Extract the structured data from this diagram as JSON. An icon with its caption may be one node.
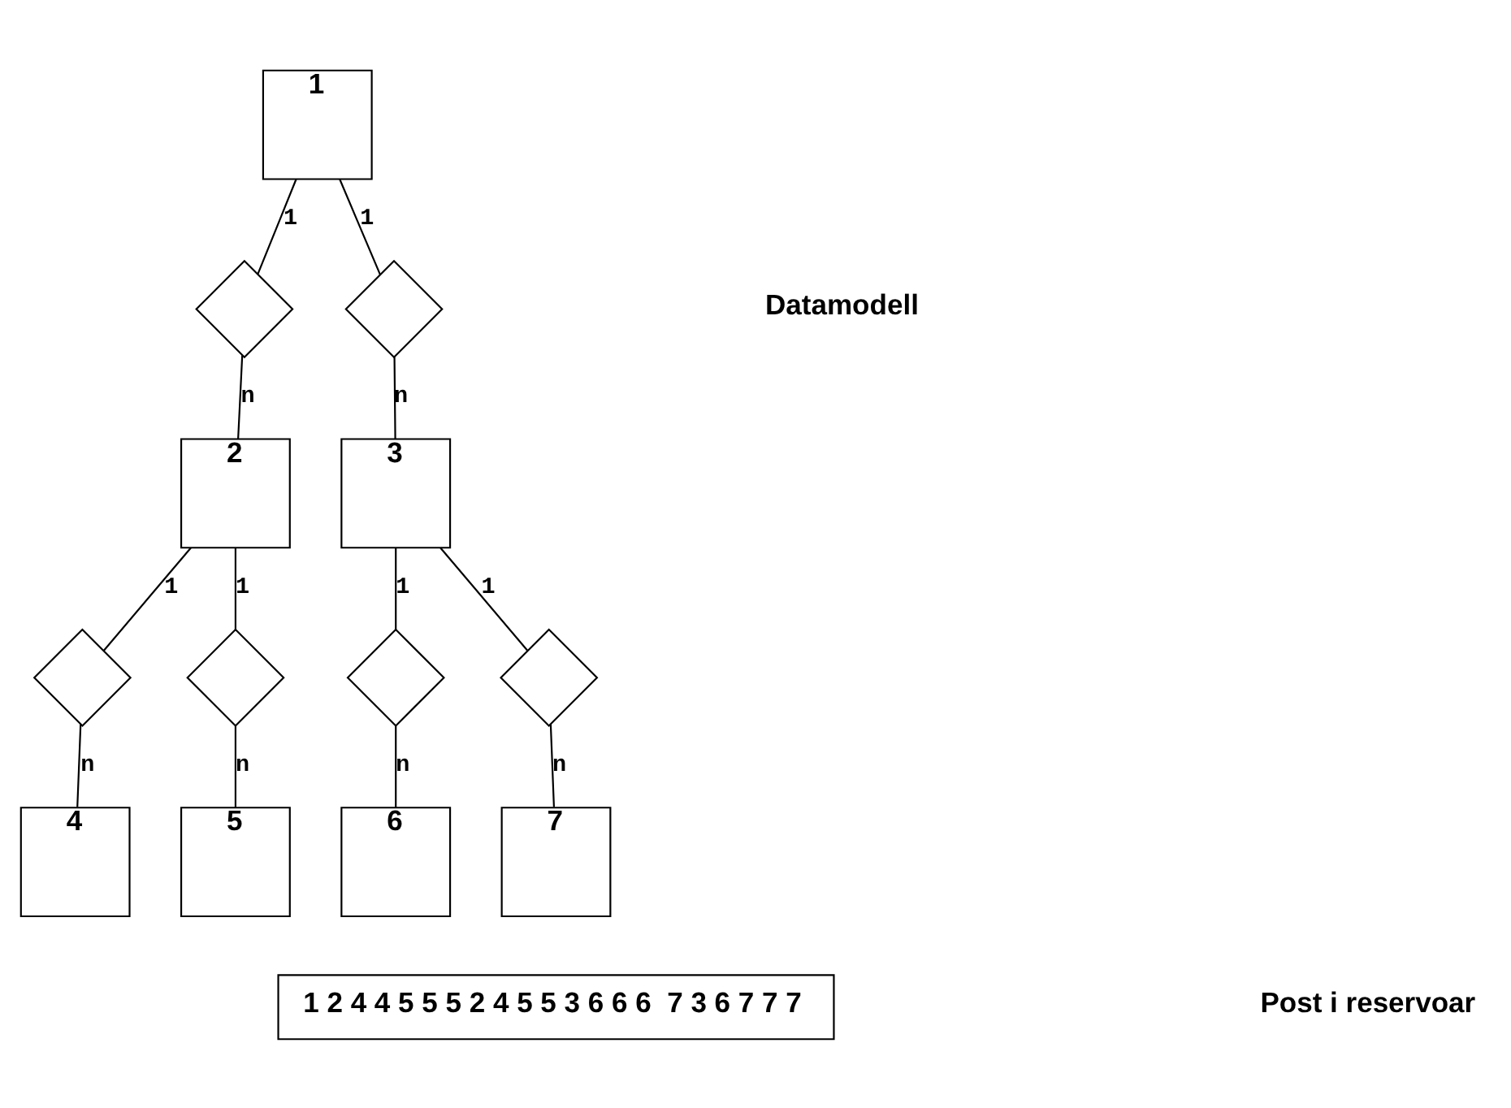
{
  "diagram": {
    "nodes": [
      {
        "text": [
          "1"
        ]
      },
      {
        "text": [],
        "shape": "diamond"
      },
      {
        "text": [],
        "shape": "diamond"
      },
      {
        "text": [
          "2"
        ]
      },
      {
        "text": [
          "3"
        ]
      },
      {
        "text": [],
        "shape": "diamond"
      },
      {
        "text": [],
        "shape": "diamond"
      },
      {
        "text": [],
        "shape": "diamond"
      },
      {
        "text": [],
        "shape": "diamond"
      },
      {
        "text": [
          "4"
        ]
      },
      {
        "text": [
          "5"
        ]
      },
      {
        "text": [
          "6"
        ]
      },
      {
        "text": [
          "7"
        ]
      },
      {
        "text": [
          "1 2 4 4 5 5 5 2 4 5 5 3 6 6 6  7 3 6 7 7 7"
        ]
      }
    ],
    "edges": [
      {
        "from": 0,
        "to": 1,
        "arrow": "none",
        "label": "1"
      },
      {
        "from": 1,
        "to": 3,
        "arrow": "none",
        "label": "n"
      },
      {
        "from": 0,
        "to": 2,
        "arrow": "none",
        "label": "1"
      },
      {
        "from": 2,
        "to": 4,
        "arrow": "none",
        "label": "n"
      },
      {
        "from": 3,
        "to": 5,
        "arrow": "none",
        "label": "1"
      },
      {
        "from": 5,
        "to": 9,
        "arrow": "none",
        "label": "n"
      },
      {
        "from": 3,
        "to": 6,
        "arrow": "none",
        "label": "1"
      },
      {
        "from": 6,
        "to": 10,
        "arrow": "none",
        "label": "n"
      },
      {
        "from": 4,
        "to": 7,
        "arrow": "none",
        "label": "1"
      },
      {
        "from": 7,
        "to": 11,
        "arrow": "none",
        "label": "n"
      },
      {
        "from": 4,
        "to": 8,
        "arrow": "none",
        "label": "1"
      },
      {
        "from": 8,
        "to": 12,
        "arrow": "none",
        "label": "n"
      }
    ],
    "labels": [
      "Datamodell",
      "Post i reservoar"
    ]
  }
}
